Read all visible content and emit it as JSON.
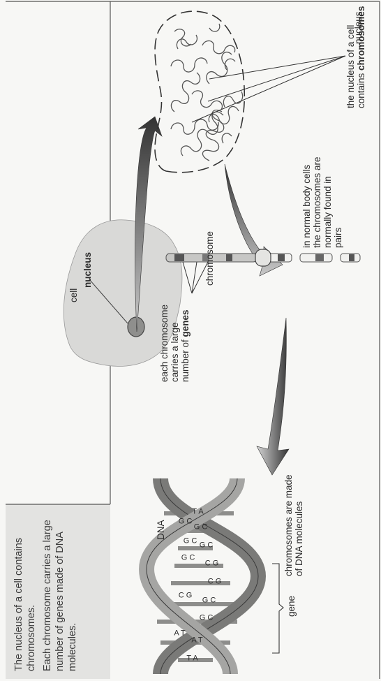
{
  "summary_box": {
    "sentence1": "The nucleus of a cell contains chromosomes.",
    "sentence2": "Each chromosome carries a large number of genes made of DNA molecules."
  },
  "labels": {
    "cell": "cell",
    "nucleus_small": "nucleus",
    "nucleus_big": "nucleus",
    "nucleus_contains_line1": "the nucleus of a cell",
    "nucleus_contains_line2_prefix": "contains ",
    "nucleus_contains_line2_bold": "chromosomes",
    "chromosome": "chromosome",
    "pairs_line1": "in normal body cells",
    "pairs_line2": "the chromosomes are",
    "pairs_line3": "normally found in",
    "pairs_line4": "pairs",
    "genes_line1": "each chromosome",
    "genes_line2": "carries a large",
    "genes_line3_prefix": "number of ",
    "genes_line3_bold": "genes",
    "dna": "DNA",
    "dna_made_line1": "chromosomes are made",
    "dna_made_line2": "of DNA molecules",
    "gene": "gene"
  },
  "base_pairs": [
    "T A",
    "A T",
    "G C",
    "G C",
    "C G",
    "C G",
    "G C",
    "G C",
    "T A",
    "A T",
    "C G",
    "G C",
    "G C",
    "G C"
  ],
  "colors": {
    "cell_fill": "#d9d9d7",
    "nucleus_fill": "#8f8f8d",
    "arrow_dark": "#3d3d3d",
    "helix_strand": "#7a7a78",
    "summary_fill": "#e3e3e1"
  }
}
